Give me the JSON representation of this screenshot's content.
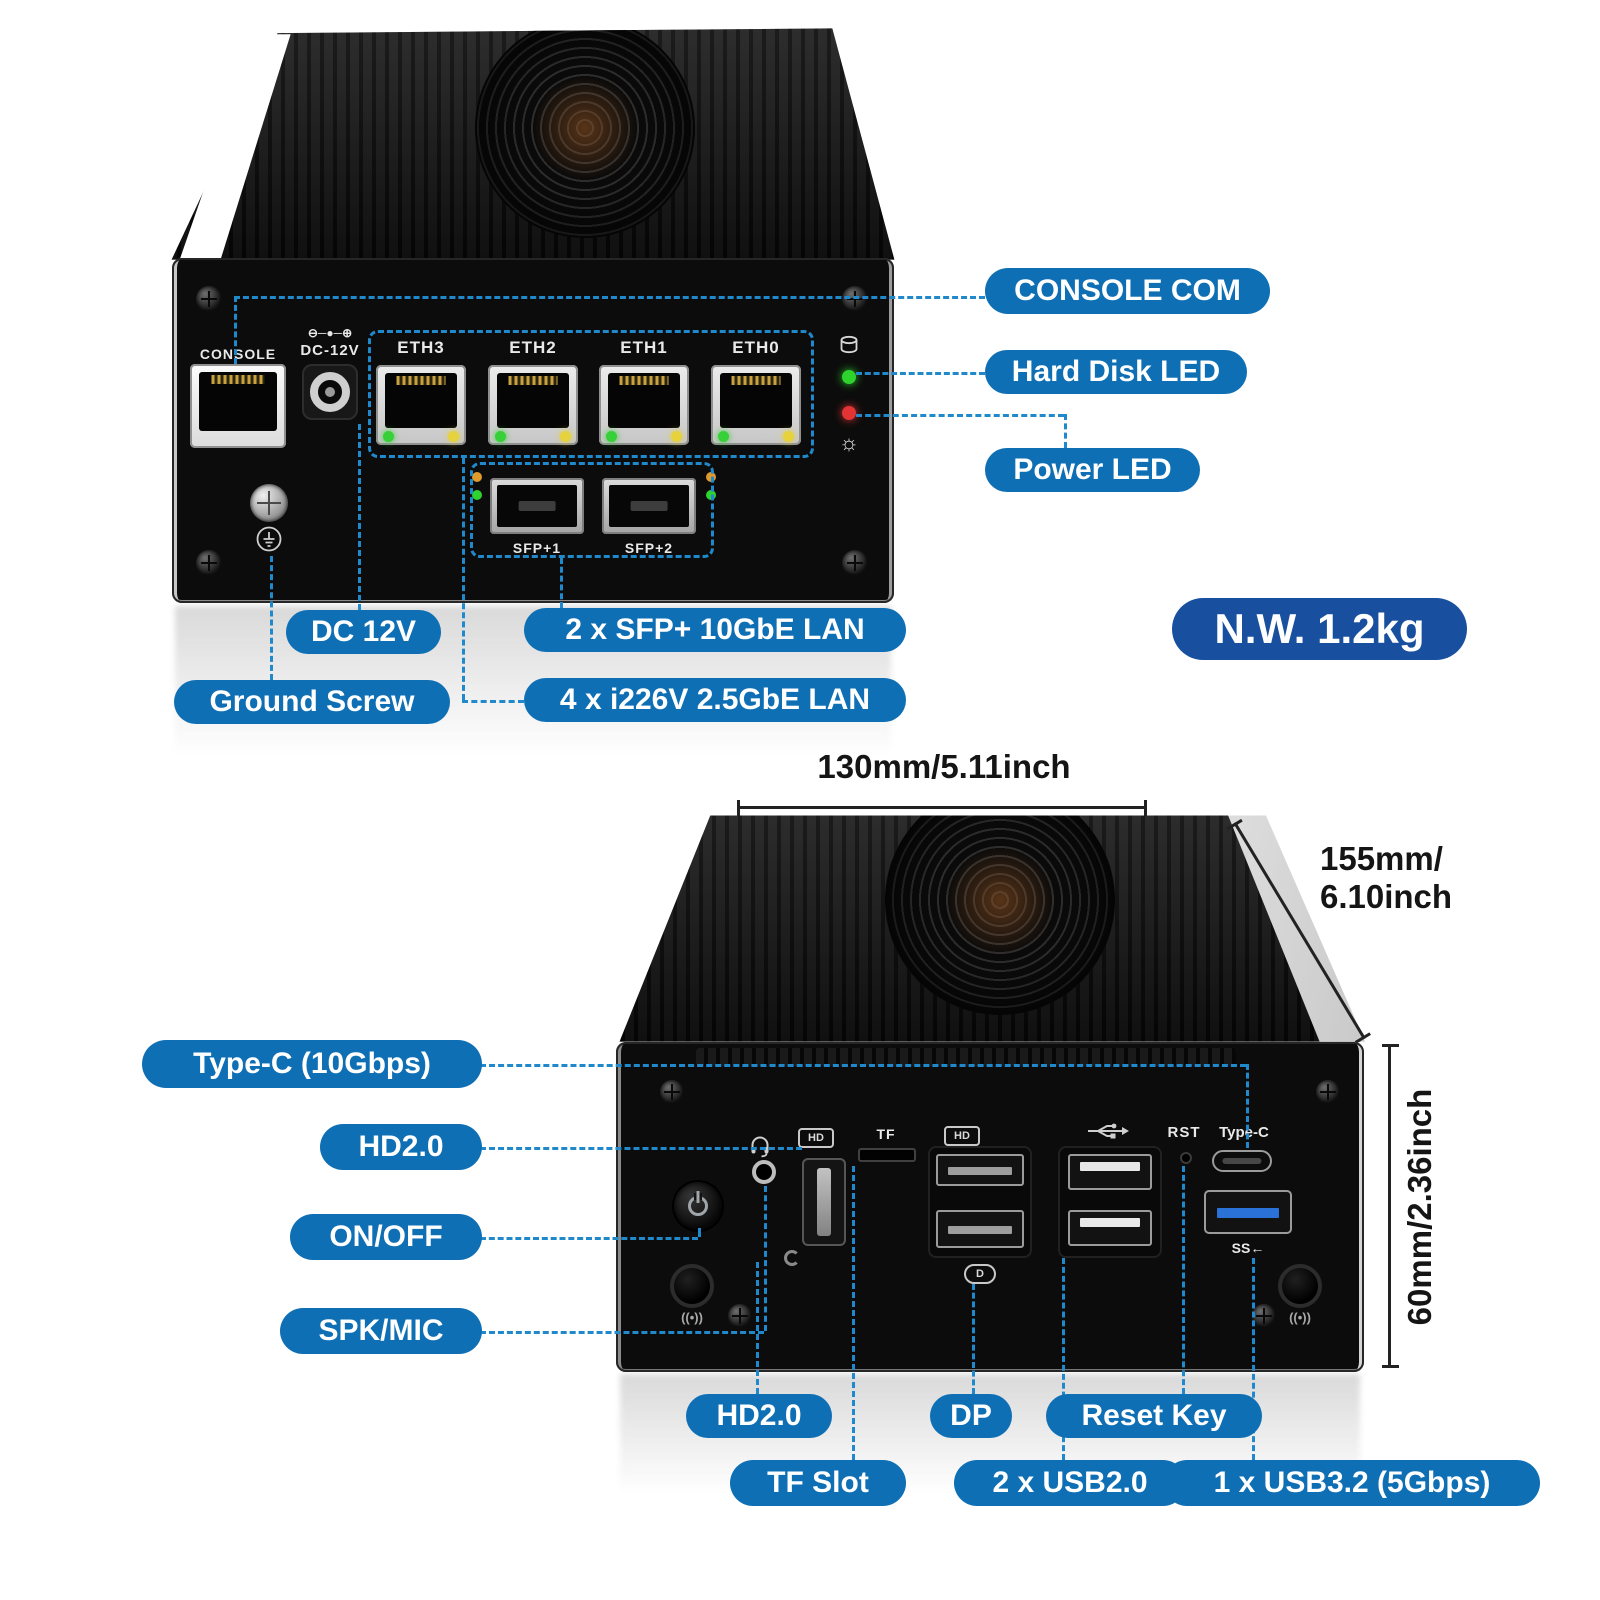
{
  "colors": {
    "label_blue": "#0e6fb4",
    "weight_blue": "#18509f",
    "leader_blue": "#2089cc"
  },
  "front_view": {
    "panel_labels": {
      "console": "CONSOLE",
      "polarity": "⊖─●─⊕",
      "dc_power": "DC-12V",
      "eth_ports": [
        "ETH3",
        "ETH2",
        "ETH1",
        "ETH0"
      ],
      "sfp_ports": [
        "SFP+1",
        "SFP+2"
      ],
      "power_icon": "☼"
    },
    "callouts": {
      "console_com": "CONSOLE COM",
      "hard_disk_led": "Hard Disk LED",
      "power_led": "Power LED",
      "dc_12v": "DC 12V",
      "ground_screw": "Ground Screw",
      "sfp_lan": "2 x SFP+ 10GbE LAN",
      "eth_lan": "4 x i226V 2.5GbE LAN",
      "net_weight": "N.W. 1.2kg"
    }
  },
  "rear_view": {
    "panel_labels": {
      "rst": "RST",
      "type_c": "Type-C",
      "tf": "TF",
      "hd_logo": "HD",
      "dp_logo": "D",
      "ss_usb": "SS←",
      "wifi": "((•))"
    },
    "callouts": {
      "type_c_10g": "Type-C (10Gbps)",
      "hd20_side": "HD2.0",
      "on_off": "ON/OFF",
      "spk_mic": "SPK/MIC",
      "hd20_bottom": "HD2.0",
      "tf_slot": "TF Slot",
      "dp": "DP",
      "usb2": "2 x USB2.0",
      "reset_key": "Reset Key",
      "usb3": "1 x USB3.2 (5Gbps)"
    },
    "dimensions": {
      "width": "130mm/5.11inch",
      "depth_line1": "155mm/",
      "depth_line2": "6.10inch",
      "height": "60mm/2.36inch"
    }
  }
}
